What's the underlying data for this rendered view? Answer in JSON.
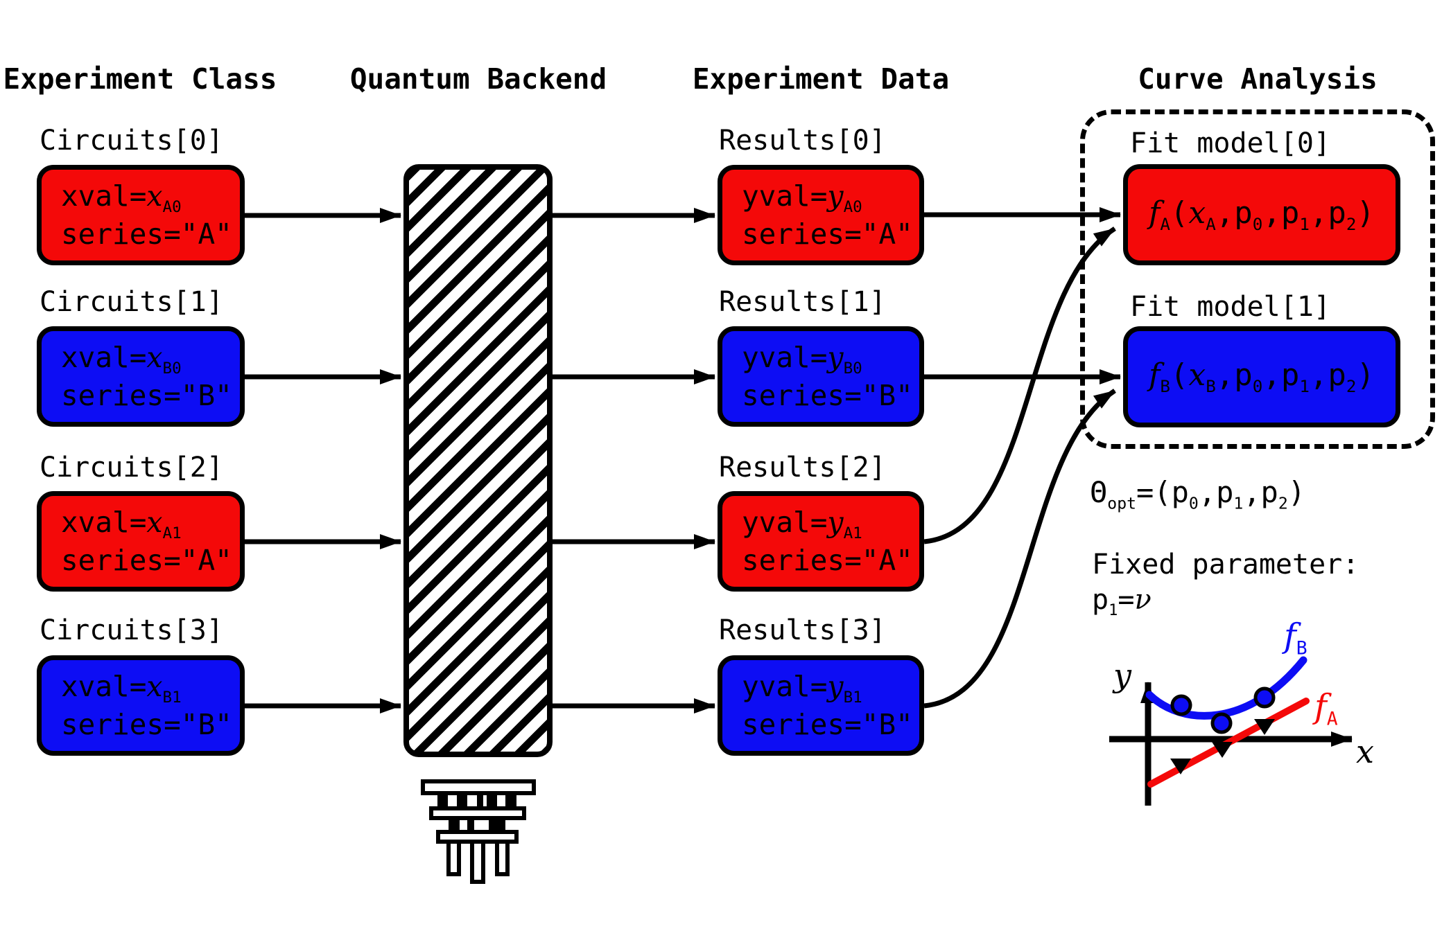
{
  "colors": {
    "red": "#F40909",
    "blue": "#0D0DF4",
    "black": "#000000",
    "white": "#FFFFFF"
  },
  "headers": {
    "col1": "Experiment Class",
    "col2": "Quantum Backend",
    "col3": "Experiment Data",
    "col4": "Curve Analysis"
  },
  "circuits": [
    {
      "label": "Circuits[0]",
      "color": "#F40909",
      "value_line": [
        {
          "t": "xval=",
          "k": "p"
        },
        {
          "t": "x",
          "k": "i"
        },
        {
          "t": "A0",
          "k": "s"
        }
      ],
      "series_line": "series=\"A\""
    },
    {
      "label": "Circuits[1]",
      "color": "#0D0DF4",
      "value_line": [
        {
          "t": "xval=",
          "k": "p"
        },
        {
          "t": "x",
          "k": "i"
        },
        {
          "t": "B0",
          "k": "s"
        }
      ],
      "series_line": "series=\"B\""
    },
    {
      "label": "Circuits[2]",
      "color": "#F40909",
      "value_line": [
        {
          "t": "xval=",
          "k": "p"
        },
        {
          "t": "x",
          "k": "i"
        },
        {
          "t": "A1",
          "k": "s"
        }
      ],
      "series_line": "series=\"A\""
    },
    {
      "label": "Circuits[3]",
      "color": "#0D0DF4",
      "value_line": [
        {
          "t": "xval=",
          "k": "p"
        },
        {
          "t": "x",
          "k": "i"
        },
        {
          "t": "B1",
          "k": "s"
        }
      ],
      "series_line": "series=\"B\""
    }
  ],
  "results": [
    {
      "label": "Results[0]",
      "color": "#F40909",
      "value_line": [
        {
          "t": "yval=",
          "k": "p"
        },
        {
          "t": "y",
          "k": "i"
        },
        {
          "t": "A0",
          "k": "s"
        }
      ],
      "series_line": "series=\"A\""
    },
    {
      "label": "Results[1]",
      "color": "#0D0DF4",
      "value_line": [
        {
          "t": "yval=",
          "k": "p"
        },
        {
          "t": "y",
          "k": "i"
        },
        {
          "t": "B0",
          "k": "s"
        }
      ],
      "series_line": "series=\"B\""
    },
    {
      "label": "Results[2]",
      "color": "#F40909",
      "value_line": [
        {
          "t": "yval=",
          "k": "p"
        },
        {
          "t": "y",
          "k": "i"
        },
        {
          "t": "A1",
          "k": "s"
        }
      ],
      "series_line": "series=\"A\""
    },
    {
      "label": "Results[3]",
      "color": "#0D0DF4",
      "value_line": [
        {
          "t": "yval=",
          "k": "p"
        },
        {
          "t": "y",
          "k": "i"
        },
        {
          "t": "B1",
          "k": "s"
        }
      ],
      "series_line": "series=\"B\""
    }
  ],
  "curve_analysis": {
    "models": [
      {
        "label": "Fit model[0]",
        "color": "#F40909",
        "formula": [
          {
            "t": "f",
            "k": "i"
          },
          {
            "t": "A",
            "k": "s"
          },
          {
            "t": "(",
            "k": "p"
          },
          {
            "t": "x",
            "k": "i"
          },
          {
            "t": "A",
            "k": "s"
          },
          {
            "t": ",p",
            "k": "p"
          },
          {
            "t": "0",
            "k": "s"
          },
          {
            "t": ",p",
            "k": "p"
          },
          {
            "t": "1",
            "k": "s"
          },
          {
            "t": ",p",
            "k": "p"
          },
          {
            "t": "2",
            "k": "s"
          },
          {
            "t": ")",
            "k": "p"
          }
        ]
      },
      {
        "label": "Fit model[1]",
        "color": "#0D0DF4",
        "formula": [
          {
            "t": "f",
            "k": "i"
          },
          {
            "t": "B",
            "k": "s"
          },
          {
            "t": "(",
            "k": "p"
          },
          {
            "t": "x",
            "k": "i"
          },
          {
            "t": "B",
            "k": "s"
          },
          {
            "t": ",p",
            "k": "p"
          },
          {
            "t": "0",
            "k": "s"
          },
          {
            "t": ",p",
            "k": "p"
          },
          {
            "t": "1",
            "k": "s"
          },
          {
            "t": ",p",
            "k": "p"
          },
          {
            "t": "2",
            "k": "s"
          },
          {
            "t": ")",
            "k": "p"
          }
        ]
      }
    ],
    "theta": [
      {
        "t": "Θ",
        "k": "p"
      },
      {
        "t": "opt",
        "k": "s"
      },
      {
        "t": "=(p",
        "k": "p"
      },
      {
        "t": "0",
        "k": "s"
      },
      {
        "t": ",p",
        "k": "p"
      },
      {
        "t": "1",
        "k": "s"
      },
      {
        "t": ",p",
        "k": "p"
      },
      {
        "t": "2",
        "k": "s"
      },
      {
        "t": ")",
        "k": "p"
      }
    ],
    "fixed_title": "Fixed parameter:",
    "fixed_value": [
      {
        "t": "p",
        "k": "p"
      },
      {
        "t": "1",
        "k": "s"
      },
      {
        "t": "=",
        "k": "p"
      },
      {
        "t": "ν",
        "k": "i"
      }
    ]
  },
  "plot": {
    "type": "sketch",
    "xlabel": "x",
    "ylabel": "y",
    "fA_label": [
      {
        "t": "f",
        "k": "i"
      },
      {
        "t": "A",
        "k": "s"
      }
    ],
    "fB_label": [
      {
        "t": "f",
        "k": "i"
      },
      {
        "t": "B",
        "k": "s"
      }
    ],
    "series_A_marker": "triangle-down",
    "series_B_marker": "circle",
    "fA_color": "#F40909",
    "fB_color": "#0D0DF4"
  }
}
